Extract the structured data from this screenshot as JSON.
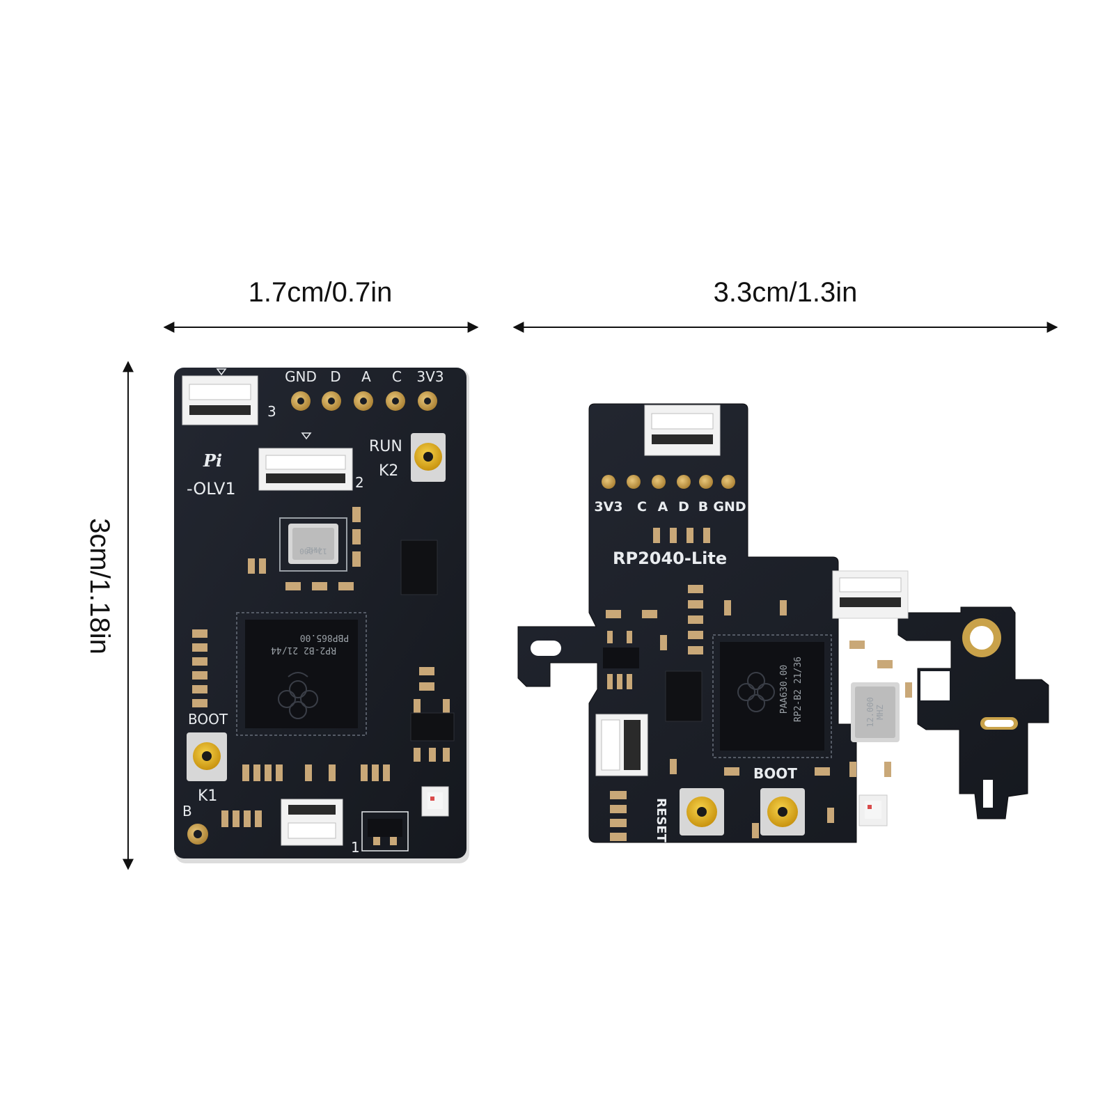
{
  "dimensions": {
    "width_left": "1.7cm/0.7in",
    "width_right": "3.3cm/1.3in",
    "height_left": "3cm/1.18in"
  },
  "board_left": {
    "header_pins": [
      "GND",
      "D",
      "A",
      "C",
      "3V3"
    ],
    "logo": "Pi",
    "model": "-OLV1",
    "run_label": "RUN",
    "k2_label": "K2",
    "boot_label": "BOOT",
    "k1_label": "K1",
    "b_label": "B",
    "conn3_label": "3",
    "conn2_label": "2",
    "conn1_label": "1",
    "mcu_line1": "RP2-B2   21/44",
    "mcu_line2": "PBP865.00",
    "crystal_line1": "12.000",
    "crystal_line2": "MHZ"
  },
  "board_right": {
    "header_pins": [
      "3V3",
      "C",
      "A",
      "D",
      "B",
      "GND"
    ],
    "title": "RP2040-Lite",
    "boot_label": "BOOT",
    "reset_label": "RESET",
    "mcu_line1": "RP2-B2  21/36",
    "mcu_line2": "PAA630.00",
    "crystal_line1": "12.000",
    "crystal_line2": "MHZ"
  },
  "colors": {
    "pcb": "#1a1d24",
    "pad_gold": "#c9a24a",
    "silkscreen": "#e9ecef",
    "button_yellow": "#e8b923"
  }
}
